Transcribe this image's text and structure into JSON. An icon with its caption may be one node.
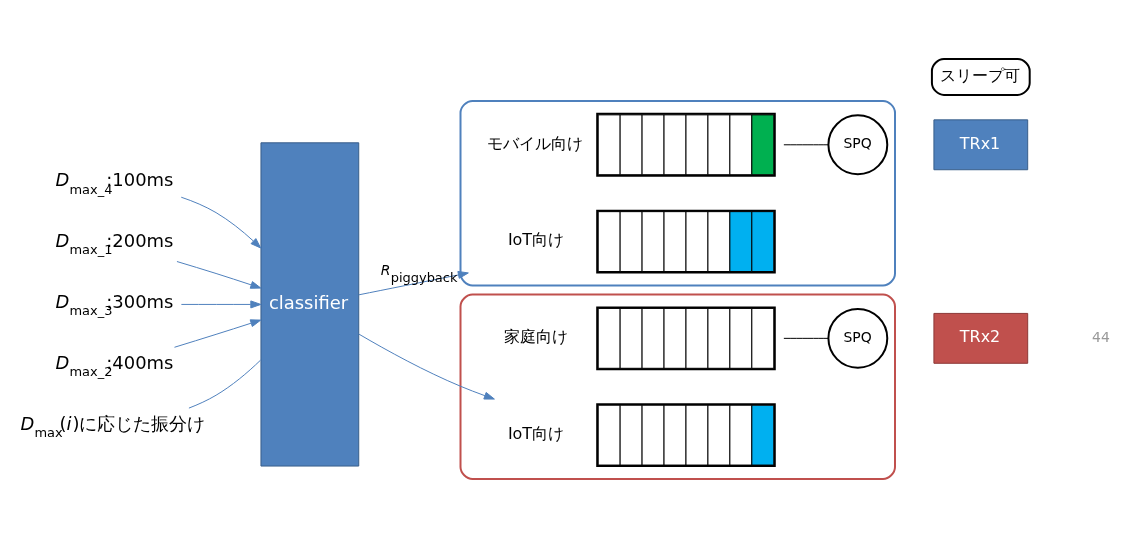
{
  "diagram": {
    "nodes": [
      {
        "text": [
          "*D*$_{max_4}$:100ms"
        ]
      },
      {
        "text": [
          "*D*$_{max_1}$:200ms"
        ]
      },
      {
        "text": [
          "*D*$_{max_3}$:300ms"
        ]
      },
      {
        "text": [
          "*D*$_{max_2}$:400ms"
        ]
      },
      {
        "text": [
          "classifier"
        ]
      },
      {
        "text": [
          "*D*$_{max}$(*i*)に応じた振分け"
        ]
      },
      {
        "text": [],
        "shape": "box"
      },
      {
        "text": [],
        "shape": "bar",
        "in": 6,
        "beside": [
          "モバイル向け"
        ]
      },
      {
        "text": [],
        "shape": "bar",
        "in": 6,
        "beside": [
          "IoT向け"
        ]
      },
      {
        "text": [
          "SPQ"
        ],
        "in": 6
      },
      {
        "text": [
          "TRx1"
        ]
      },
      {
        "text": [],
        "shape": "box"
      },
      {
        "text": [],
        "shape": "bar",
        "in": 11,
        "beside": [
          "家庭向け"
        ]
      },
      {
        "text": [],
        "shape": "bar",
        "in": 11,
        "beside": [
          "IoT向け"
        ]
      },
      {
        "text": [
          "SPQ"
        ],
        "in": 11
      },
      {
        "text": [
          "TRx2"
        ]
      },
      {
        "text": [
          "スリープ可"
        ]
      }
    ],
    "edges": [
      {
        "from": 0,
        "to": 4,
        "arrow": "to"
      },
      {
        "from": 1,
        "to": 4,
        "arrow": "to"
      },
      {
        "from": 2,
        "to": 4,
        "arrow": "to"
      },
      {
        "from": 3,
        "to": 4,
        "arrow": "to"
      },
      {
        "from": 5,
        "to": 4,
        "arrow": "none"
      },
      {
        "from": 4,
        "to": 8,
        "arrow": "to",
        "label": "*R*$_{piggyback}$"
      },
      {
        "from": 4,
        "to": 13,
        "arrow": "to"
      },
      {
        "from": 7,
        "to": 9,
        "arrow": "none",
        "color": "#000000"
      },
      {
        "from": 12,
        "to": 14,
        "arrow": "none",
        "color": "#000000"
      }
    ],
    "labels": [
      "44"
    ]
  }
}
